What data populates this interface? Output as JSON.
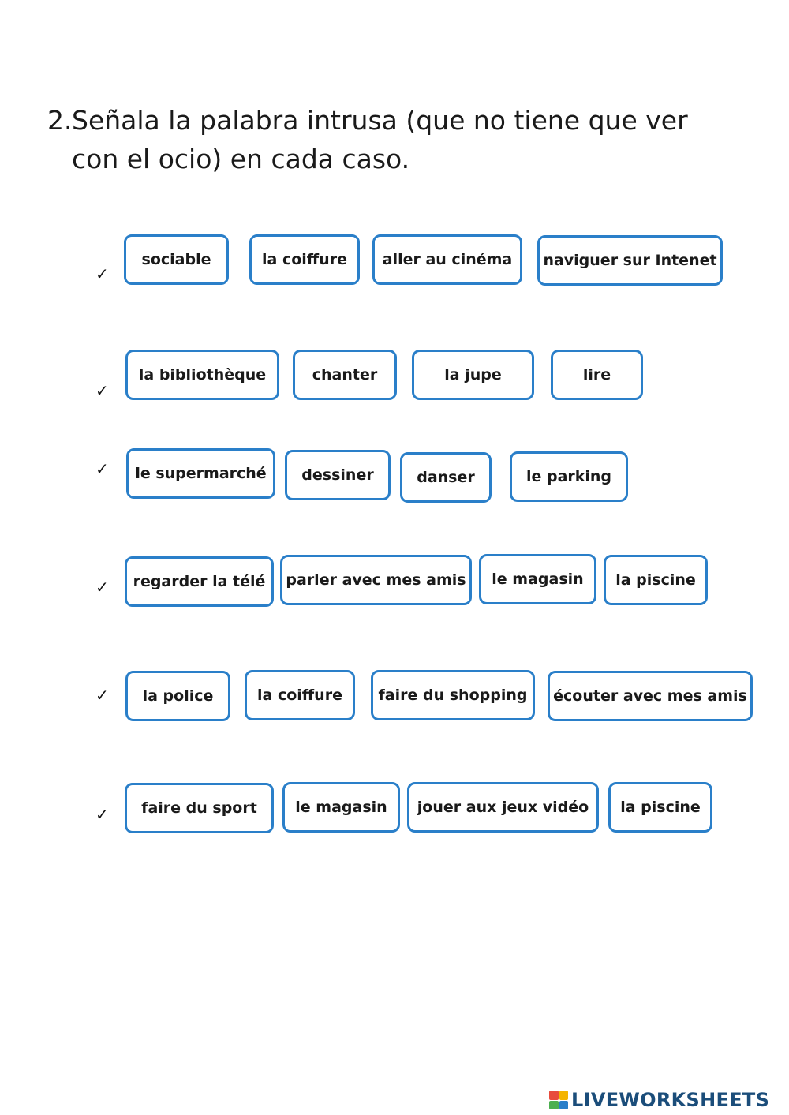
{
  "exercise": {
    "number": "2.",
    "instruction": "Señala la palabra intrusa (que no tiene que ver con el ocio) en cada caso."
  },
  "check_mark": "✓",
  "rows": [
    {
      "options": [
        "sociable",
        "la coiffure",
        "aller au cinéma",
        "naviguer sur Intenet"
      ]
    },
    {
      "options": [
        "la bibliothèque",
        "chanter",
        "la jupe",
        "lire"
      ]
    },
    {
      "options": [
        "le supermarché",
        "dessiner",
        "danser",
        "le parking"
      ]
    },
    {
      "options": [
        "regarder la télé",
        "parler avec mes amis",
        "le magasin",
        "la piscine"
      ]
    },
    {
      "options": [
        "la police",
        "la coiffure",
        "faire du shopping",
        "écouter avec mes amis"
      ]
    },
    {
      "options": [
        "faire du sport",
        "le magasin",
        "jouer aux jeux vidéo",
        "la piscine"
      ]
    }
  ],
  "footer": {
    "brand": "LIVEWORKSHEETS",
    "brand_color": "#1b4d7a",
    "icon_colors": [
      "#e84c3d",
      "#f4b400",
      "#4caf50",
      "#2a7fc9"
    ]
  },
  "accent_color": "#2a7fc9"
}
